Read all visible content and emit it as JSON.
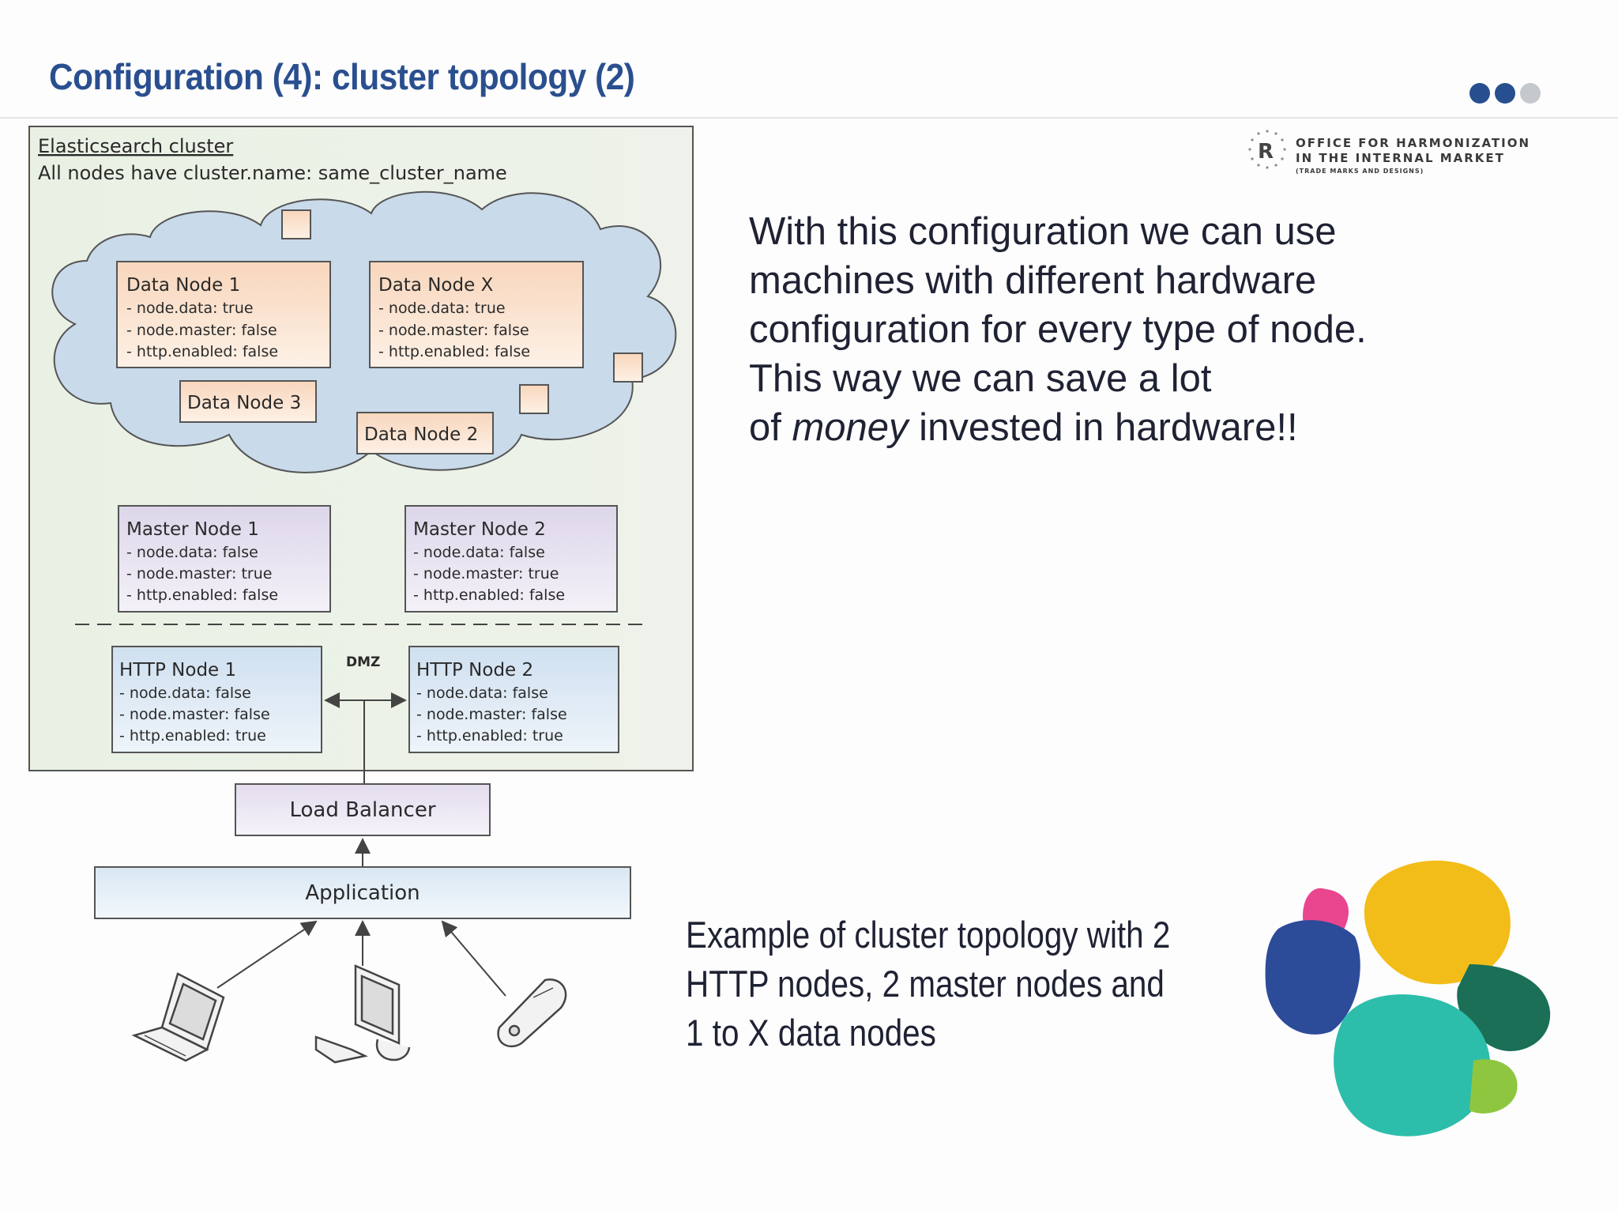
{
  "slide": {
    "title": "Configuration (4): cluster topology (2)",
    "colors": {
      "title": "#2a4f8f",
      "dots": [
        "#274f8f",
        "#274f8f",
        "#c5c8cc"
      ]
    }
  },
  "office_logo": {
    "line1": "OFFICE FOR HARMONIZATION",
    "line2": "IN THE INTERNAL MARKET",
    "line3": "(TRADE MARKS AND DESIGNS)",
    "icon": "office-r-emblem-icon"
  },
  "main_text": {
    "lines": [
      "With this configuration we can use",
      "machines with different hardware",
      "configuration for every type of node.",
      "This way we can save a lot"
    ],
    "last_prefix": "of ",
    "last_emphasis": "money",
    "last_suffix": " invested in hardware!!"
  },
  "caption": {
    "lines": [
      "Example of cluster topology with 2",
      "HTTP nodes, 2 master nodes and",
      "1 to X data nodes"
    ]
  },
  "diagram": {
    "cluster_title": "Elasticsearch cluster",
    "cluster_subtitle": "All nodes have cluster.name: same_cluster_name",
    "data_nodes": [
      {
        "name": "Data Node 1",
        "props": [
          "- node.data: true",
          "- node.master: false",
          "- http.enabled: false"
        ]
      },
      {
        "name": "Data Node X",
        "props": [
          "- node.data: true",
          "- node.master: false",
          "- http.enabled: false"
        ]
      }
    ],
    "data_node_3": "Data Node 3",
    "data_node_2": "Data Node 2",
    "master_nodes": [
      {
        "name": "Master Node 1",
        "props": [
          "- node.data: false",
          "- node.master: true",
          "- http.enabled: false"
        ]
      },
      {
        "name": "Master Node 2",
        "props": [
          "- node.data: false",
          "- node.master: true",
          "- http.enabled: false"
        ]
      }
    ],
    "http_nodes": [
      {
        "name": "HTTP Node 1",
        "props": [
          "- node.data: false",
          "- node.master: false",
          "- http.enabled: true"
        ]
      },
      {
        "name": "HTTP Node 2",
        "props": [
          "- node.data: false",
          "- node.master: false",
          "- http.enabled: true"
        ]
      }
    ],
    "dmz_label": "DMZ",
    "load_balancer": "Load Balancer",
    "application": "Application",
    "clients": [
      "laptop-icon",
      "desktop-computer-icon",
      "phone-icon"
    ]
  },
  "elastic_logo": {
    "icon": "elastic-logo-icon",
    "colors": [
      "#f04e98",
      "#fec514",
      "#343741",
      "#00bfb3",
      "#1ba9f5",
      "#93c90e"
    ]
  }
}
